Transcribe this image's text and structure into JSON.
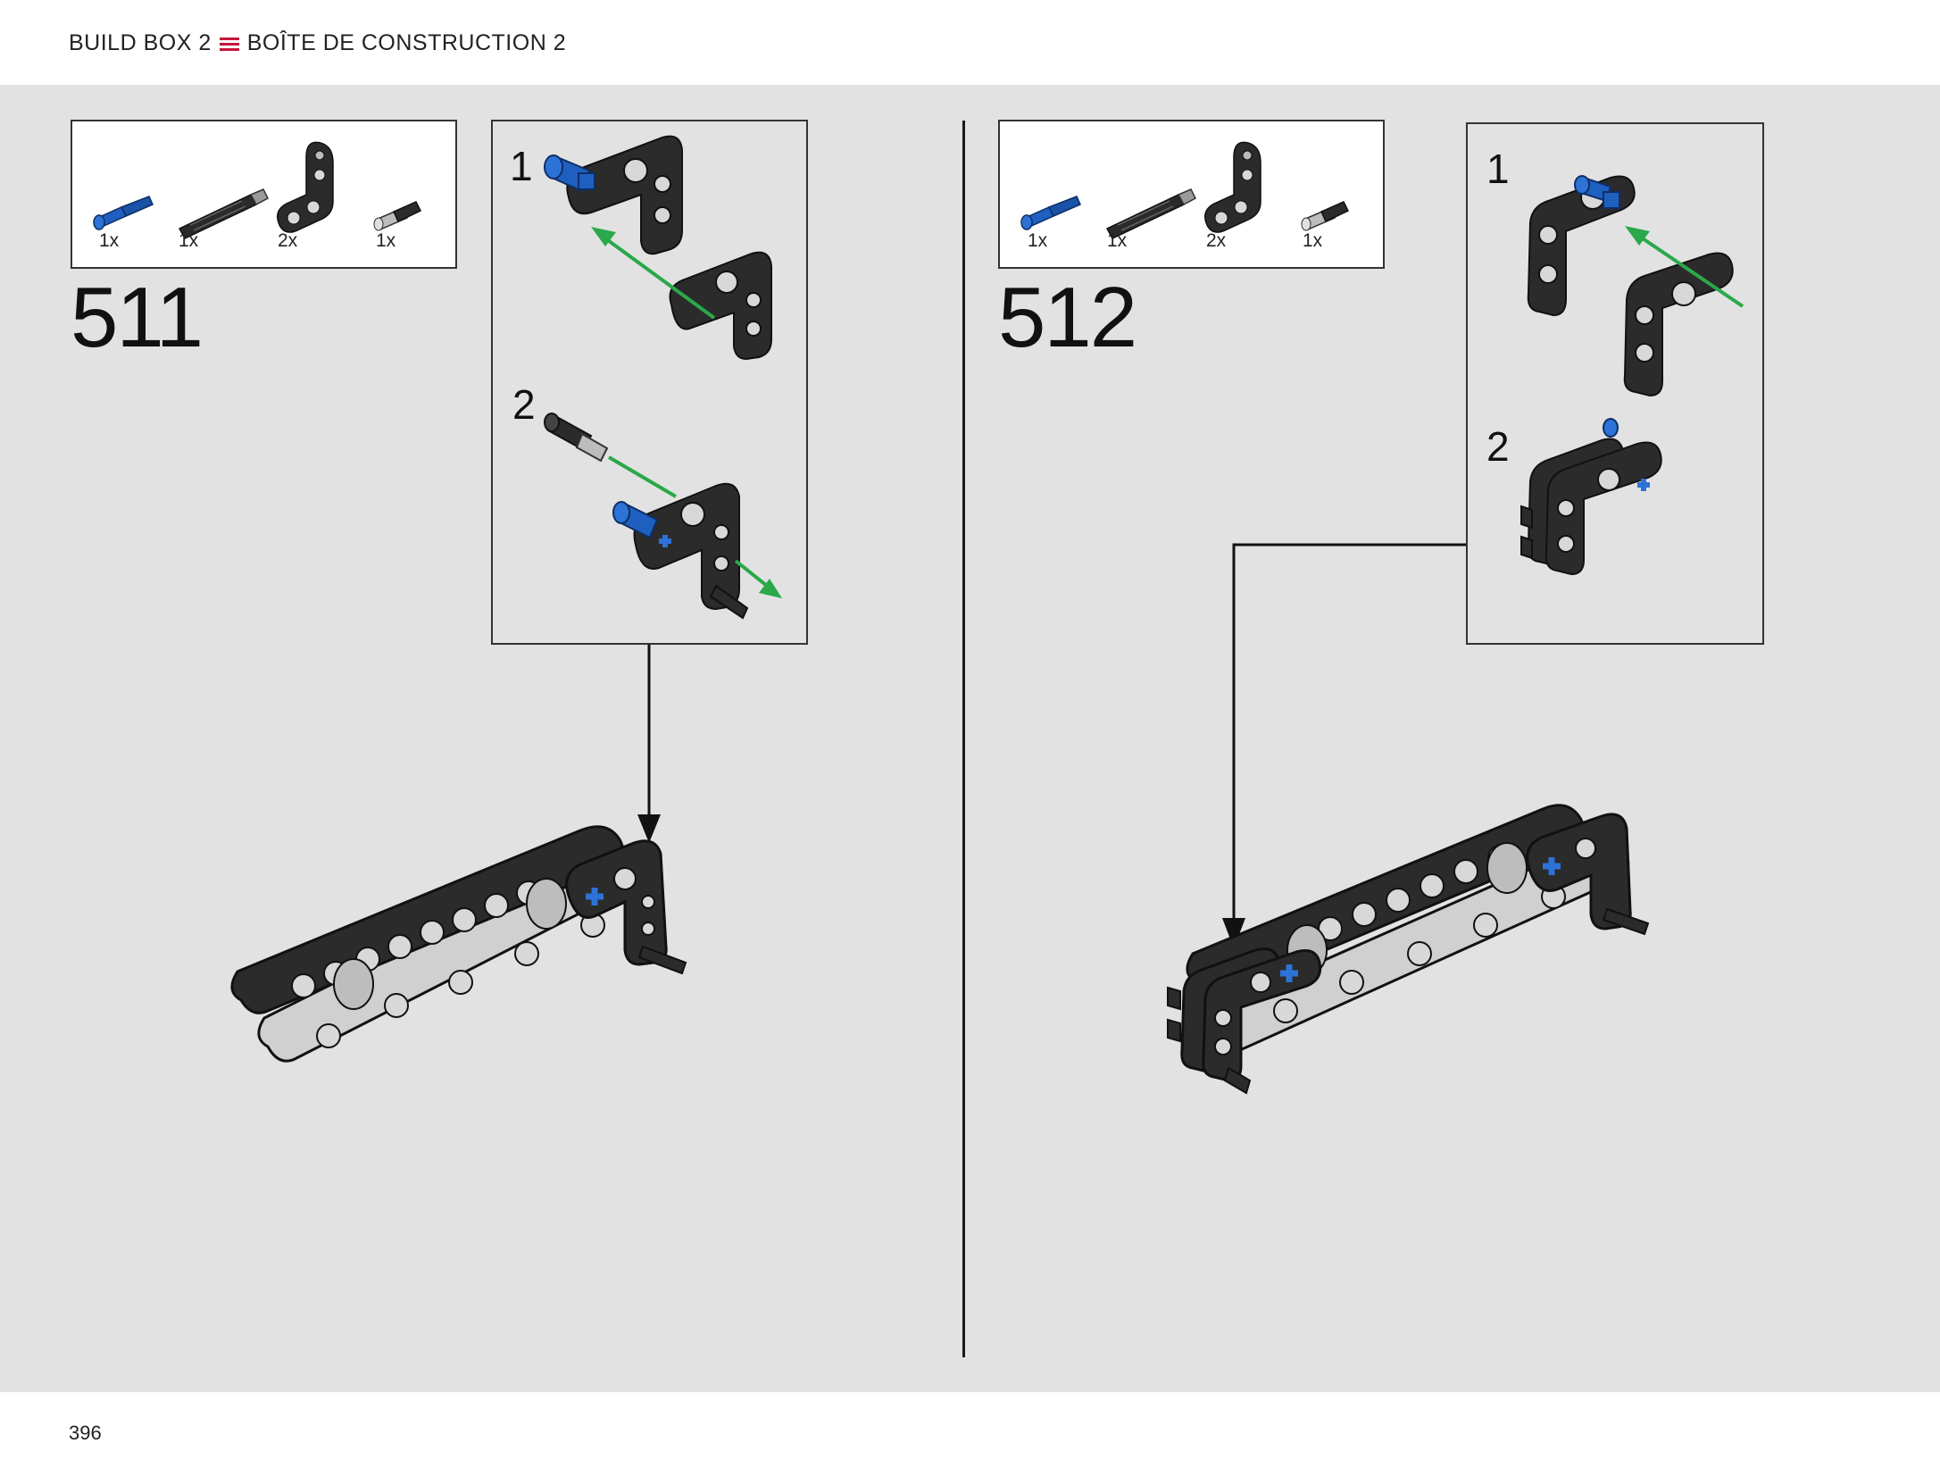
{
  "header": {
    "left_text": "BUILD BOX 2",
    "right_text": "BOÎTE DE CONSTRUCTION 2",
    "separator_icon": "triple-bar-icon",
    "accent_color": "#c4163c"
  },
  "colors": {
    "background": "#e2e2e2",
    "beam_dark": "#2b2b2b",
    "beam_light": "#d0d0d0",
    "pin_blue": "#1f5fbf",
    "arrow_green": "#2aa84a"
  },
  "steps": [
    {
      "number": "511",
      "parts": [
        {
          "icon": "blue-axle-pin-icon",
          "qty": "1x"
        },
        {
          "icon": "black-axle-icon",
          "qty": "1x"
        },
        {
          "icon": "black-angled-beam-icon",
          "qty": "2x"
        },
        {
          "icon": "black-pin-icon",
          "qty": "1x"
        }
      ],
      "substeps": [
        "1",
        "2"
      ]
    },
    {
      "number": "512",
      "parts": [
        {
          "icon": "blue-axle-pin-icon",
          "qty": "1x"
        },
        {
          "icon": "black-axle-icon",
          "qty": "1x"
        },
        {
          "icon": "black-angled-beam-icon",
          "qty": "2x"
        },
        {
          "icon": "black-pin-icon",
          "qty": "1x"
        }
      ],
      "substeps": [
        "1",
        "2"
      ]
    }
  ],
  "footer": {
    "page_number": "396"
  }
}
